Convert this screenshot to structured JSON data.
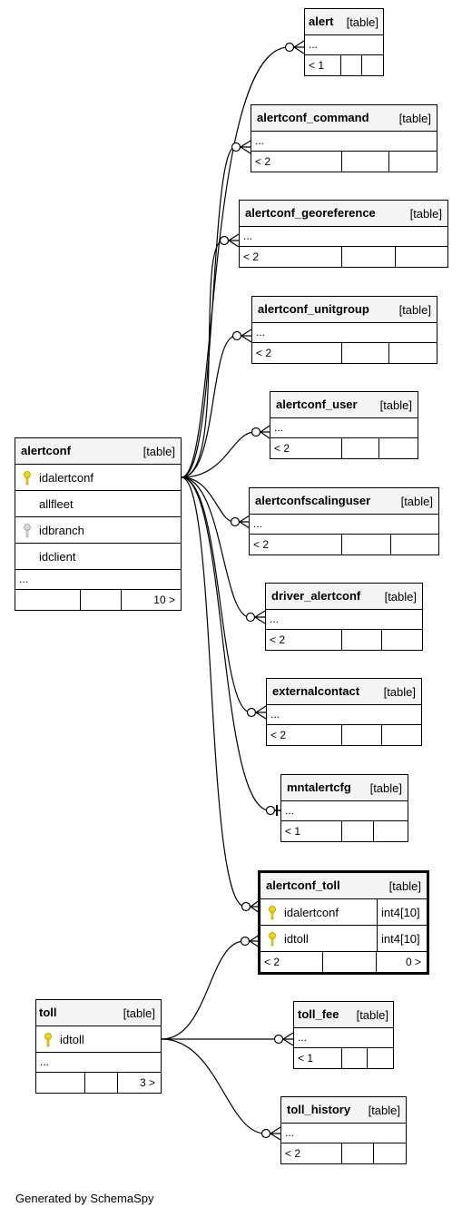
{
  "credit": "Generated by SchemaSpy",
  "type_label": "[table]",
  "ellipsis": "...",
  "tables": {
    "alertconf": {
      "name": "alertconf",
      "columns": [
        {
          "name": "idalertconf",
          "key": "primary"
        },
        {
          "name": "allfleet",
          "key": "none"
        },
        {
          "name": "idbranch",
          "key": "foreign"
        },
        {
          "name": "idclient",
          "key": "none"
        }
      ],
      "children_count": "10 >"
    },
    "alert": {
      "name": "alert",
      "parents_count": "< 1"
    },
    "alertconf_command": {
      "name": "alertconf_command",
      "parents_count": "< 2"
    },
    "alertconf_georeference": {
      "name": "alertconf_georeference",
      "parents_count": "< 2"
    },
    "alertconf_unitgroup": {
      "name": "alertconf_unitgroup",
      "parents_count": "< 2"
    },
    "alertconf_user": {
      "name": "alertconf_user",
      "parents_count": "< 2"
    },
    "alertconfscalinguser": {
      "name": "alertconfscalinguser",
      "parents_count": "< 2"
    },
    "driver_alertconf": {
      "name": "driver_alertconf",
      "parents_count": "< 2"
    },
    "externalcontact": {
      "name": "externalcontact",
      "parents_count": "< 2"
    },
    "mntalertcfg": {
      "name": "mntalertcfg",
      "parents_count": "< 1"
    },
    "alertconf_toll": {
      "name": "alertconf_toll",
      "columns": [
        {
          "name": "idalertconf",
          "type": "int4[10]",
          "key": "primary"
        },
        {
          "name": "idtoll",
          "type": "int4[10]",
          "key": "primary"
        }
      ],
      "parents_count": "< 2",
      "children_count": "0 >"
    },
    "toll": {
      "name": "toll",
      "columns": [
        {
          "name": "idtoll",
          "key": "primary"
        }
      ],
      "children_count": "3 >"
    },
    "toll_fee": {
      "name": "toll_fee",
      "parents_count": "< 1"
    },
    "toll_history": {
      "name": "toll_history",
      "parents_count": "< 2"
    }
  },
  "relationships": [
    {
      "from": "alertconf",
      "to": "alert"
    },
    {
      "from": "alertconf",
      "to": "alertconf_command"
    },
    {
      "from": "alertconf",
      "to": "alertconf_georeference"
    },
    {
      "from": "alertconf",
      "to": "alertconf_unitgroup"
    },
    {
      "from": "alertconf",
      "to": "alertconf_user"
    },
    {
      "from": "alertconf",
      "to": "alertconfscalinguser"
    },
    {
      "from": "alertconf",
      "to": "driver_alertconf"
    },
    {
      "from": "alertconf",
      "to": "externalcontact"
    },
    {
      "from": "alertconf",
      "to": "mntalertcfg"
    },
    {
      "from": "alertconf",
      "to": "alertconf_toll"
    },
    {
      "from": "toll",
      "to": "alertconf_toll"
    },
    {
      "from": "toll",
      "to": "toll_fee"
    },
    {
      "from": "toll",
      "to": "toll_history"
    }
  ]
}
